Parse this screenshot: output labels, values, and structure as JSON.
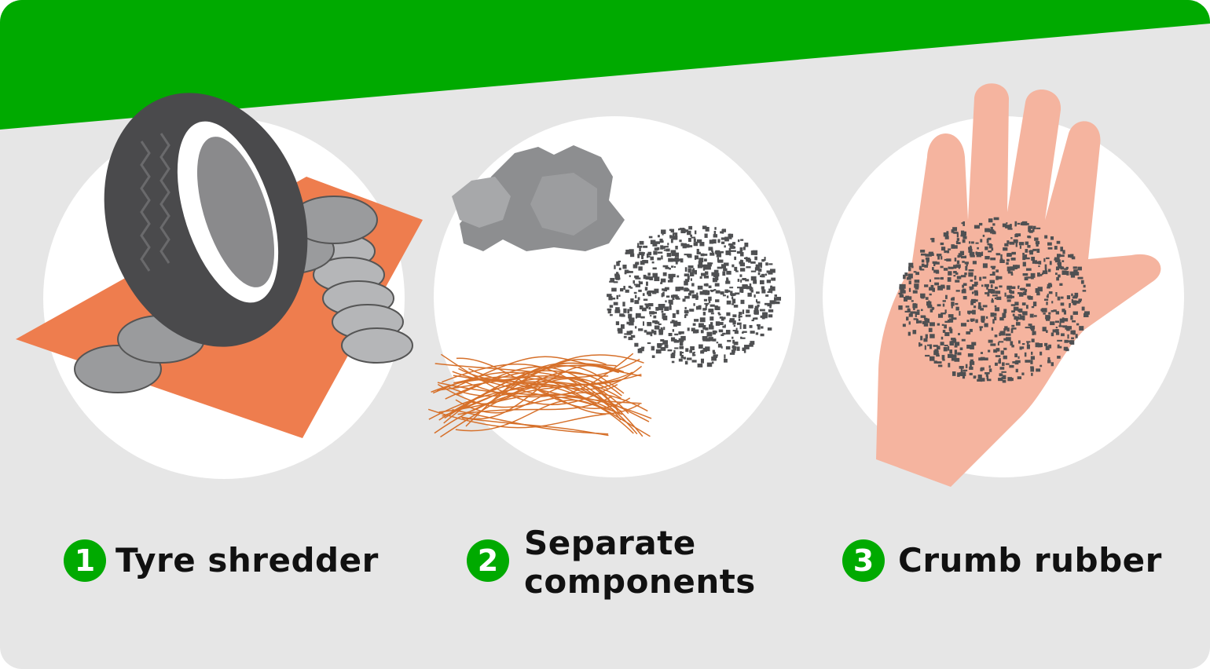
{
  "colors": {
    "banner": "#00aa00",
    "background": "#e6e6e6",
    "badge": "#00aa00",
    "circle": "#ffffff"
  },
  "steps": [
    {
      "number": "1",
      "label": "Tyre shredder",
      "illustration": "tyre-shredder-illustration"
    },
    {
      "number": "2",
      "label_line1": "Separate",
      "label_line2": "components",
      "illustration": "rubber-steel-fibre-illustration"
    },
    {
      "number": "3",
      "label": "Crumb rubber",
      "illustration": "hand-with-crumb-rubber-illustration"
    }
  ]
}
